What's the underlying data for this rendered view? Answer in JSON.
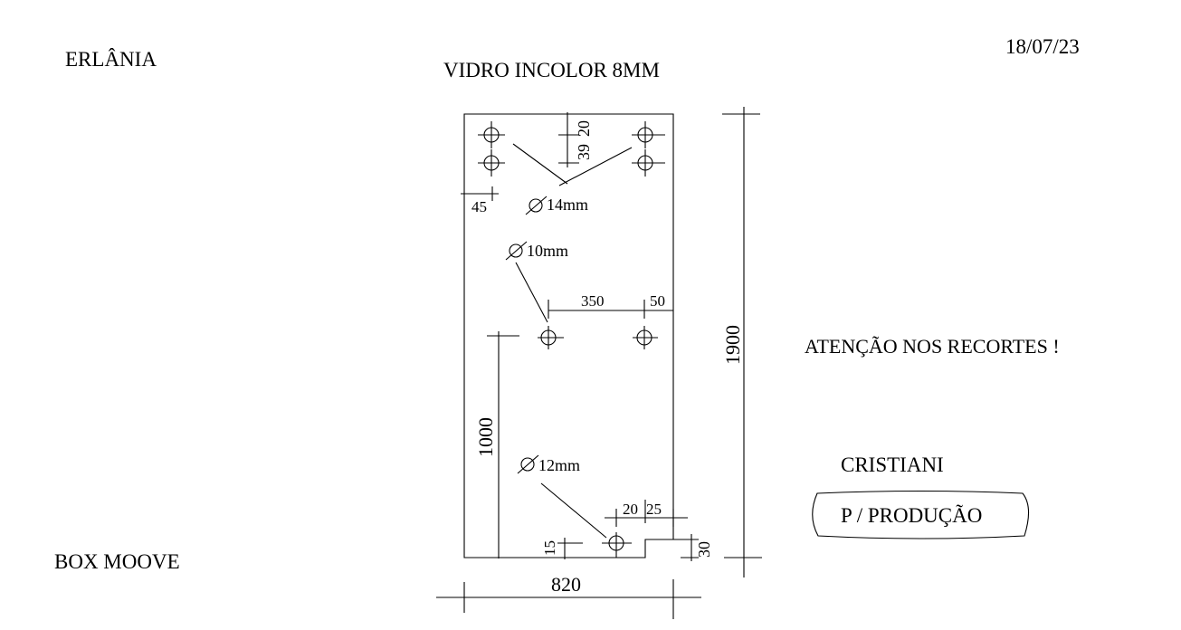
{
  "header": {
    "client": "ERLÂNIA",
    "date": "18/07/23",
    "material": "VIDRO INCOLOR 8MM"
  },
  "product": "BOX MOOVE",
  "notes": {
    "warning": "ATENÇÃO NOS RECORTES !",
    "seller": "CRISTIANI",
    "stamp": "P / PRODUÇÃO"
  },
  "drawing": {
    "overall_width": "820",
    "overall_height": "1900",
    "hole_height": "1000",
    "edge_offset": "45",
    "top_offset": "20",
    "hole_spacing_v": "39",
    "hole_spacing_h": "350",
    "side_offset": "50",
    "notch_a": "20",
    "notch_b": "25",
    "notch_height": "30",
    "bottom_offset": "15",
    "hole_d14": "14mm",
    "hole_d10": "10mm",
    "hole_d12": "12mm"
  }
}
